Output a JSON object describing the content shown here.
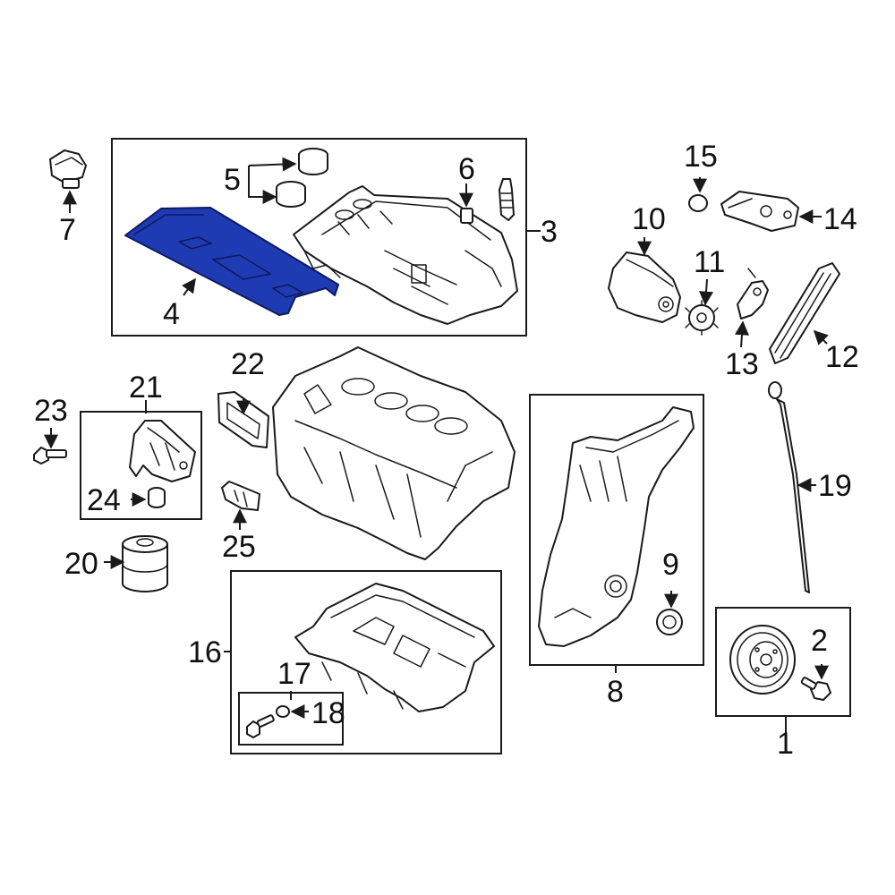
{
  "diagram": {
    "highlight_color": "#1f3bb3",
    "line_color": "#1a1a1a",
    "callouts": {
      "c1": "1",
      "c2": "2",
      "c3": "3",
      "c4": "4",
      "c5": "5",
      "c6": "6",
      "c7": "7",
      "c8": "8",
      "c9": "9",
      "c10": "10",
      "c11": "11",
      "c12": "12",
      "c13": "13",
      "c14": "14",
      "c15": "15",
      "c16": "16",
      "c17": "17",
      "c18": "18",
      "c19": "19",
      "c20": "20",
      "c21": "21",
      "c22": "22",
      "c23": "23",
      "c24": "24",
      "c25": "25"
    },
    "highlighted_part": "4"
  }
}
